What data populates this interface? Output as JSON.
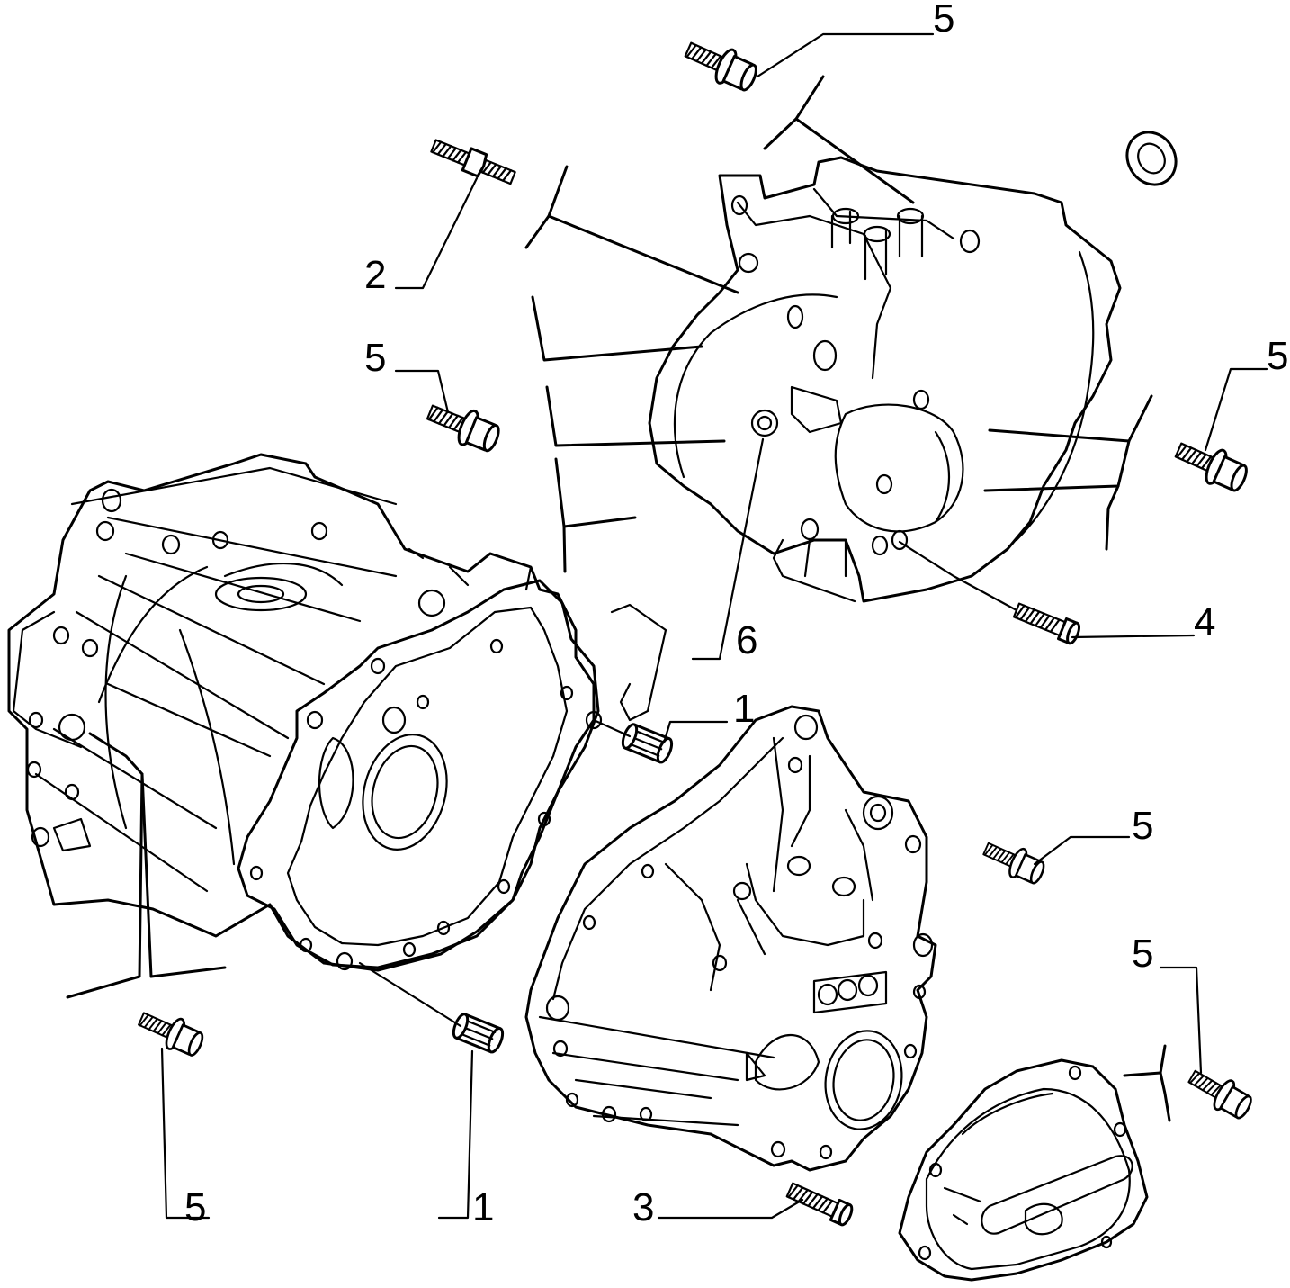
{
  "callouts": [
    {
      "id": "c5a",
      "text": "5"
    },
    {
      "id": "c2",
      "text": "2"
    },
    {
      "id": "c5b",
      "text": "5"
    },
    {
      "id": "c5c",
      "text": "5"
    },
    {
      "id": "c4",
      "text": "4"
    },
    {
      "id": "c6",
      "text": "6"
    },
    {
      "id": "c1a",
      "text": "1"
    },
    {
      "id": "c5d",
      "text": "5"
    },
    {
      "id": "c5e",
      "text": "5"
    },
    {
      "id": "c5f",
      "text": "5"
    },
    {
      "id": "c1b",
      "text": "1"
    },
    {
      "id": "c3",
      "text": "3"
    }
  ]
}
